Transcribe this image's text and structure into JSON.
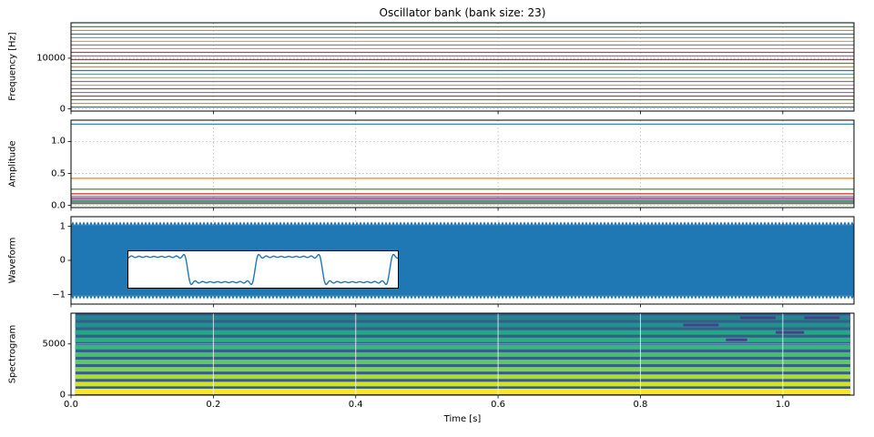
{
  "figure": {
    "title": "Oscillator bank (bank size: 23)",
    "xlabel": "Time [s]",
    "xlim": [
      0,
      1.1
    ],
    "xticks": {
      "values": [
        0,
        0.2,
        0.4,
        0.6,
        0.8,
        1.0
      ],
      "labels": [
        "0.0",
        "0.2",
        "0.4",
        "0.6",
        "0.8",
        "1.0"
      ]
    },
    "background": "#ffffff"
  },
  "colors": {
    "cycle": [
      "#1f77b4",
      "#ff7f0e",
      "#2ca02c",
      "#d62728",
      "#9467bd",
      "#8c564b",
      "#e377c2",
      "#7f7f7f",
      "#bcbd22",
      "#17becf"
    ],
    "grid": "#b8b8b8",
    "spine": "#000000",
    "waveform": "#1f77b4"
  },
  "chart_data": [
    {
      "type": "line",
      "name": "oscillator-frequency-tracks",
      "title": "Oscillator bank (bank size: 23)",
      "ylabel": "Frequency [Hz]",
      "ylim": [
        -432,
        16992
      ],
      "yticks": {
        "values": [
          0,
          10000
        ],
        "labels": [
          "0",
          "10000"
        ]
      },
      "bank_size": 23,
      "x_range": [
        0,
        1.1
      ],
      "frequencies_hz": [
        360,
        1080,
        1800,
        2520,
        3240,
        3960,
        4680,
        5400,
        6120,
        6840,
        7560,
        8280,
        9000,
        9720,
        10440,
        11160,
        11880,
        12600,
        13320,
        14040,
        14760,
        15480,
        16200
      ]
    },
    {
      "type": "line",
      "name": "oscillator-amplitude-tracks",
      "ylabel": "Amplitude",
      "ylim": [
        -0.034,
        1.335
      ],
      "yticks": {
        "values": [
          0,
          0.5,
          1
        ],
        "labels": [
          "0.0",
          "0.5",
          "1.0"
        ]
      },
      "x_range": [
        0,
        1.1
      ],
      "amplitudes": [
        1.2732,
        0.4244,
        0.2546,
        0.1819,
        0.1415,
        0.1157,
        0.0979,
        0.0849,
        0.0749,
        0.067,
        0.0606,
        0.0554,
        0.0509,
        0.0472,
        0.0439,
        0.0411,
        0.0386,
        0.0364,
        0.0344,
        0.0326,
        0.0311,
        0.0296,
        0.0283
      ]
    },
    {
      "type": "line",
      "name": "synthesized-waveform",
      "ylabel": "Waveform",
      "ylim": [
        -1.28,
        1.28
      ],
      "yticks": {
        "values": [
          -1,
          0,
          1
        ],
        "labels": [
          "−1",
          "0",
          "1"
        ]
      },
      "x_range": [
        0,
        1.1
      ],
      "envelope": 1.03,
      "ripple_peak": 1.14,
      "inset": {
        "description": "zoomed square wave with Gibbs ripple",
        "period": 0.5,
        "phase": 0.03,
        "harmonics_max": 17,
        "scale": 0.8,
        "ylim": [
          -1.15,
          1.15
        ]
      }
    },
    {
      "type": "heatmap",
      "name": "spectrogram",
      "ylabel": "Spectrogram",
      "ylim": [
        0,
        8000
      ],
      "yticks": {
        "values": [
          0,
          5000
        ],
        "labels": [
          "0",
          "5000"
        ]
      },
      "t_extent": [
        0.006,
        1.095
      ],
      "background": "#355e8d",
      "gridline_color": "#ffffff",
      "patch_color": "#414487",
      "harmonics": [
        {
          "f": 360,
          "color": "#fde725"
        },
        {
          "f": 1080,
          "color": "#d8e219"
        },
        {
          "f": 1800,
          "color": "#addc30"
        },
        {
          "f": 2520,
          "color": "#7fd34e"
        },
        {
          "f": 3240,
          "color": "#5ec962"
        },
        {
          "f": 3960,
          "color": "#44bf70"
        },
        {
          "f": 4680,
          "color": "#35b779"
        },
        {
          "f": 5400,
          "color": "#2ab07f"
        },
        {
          "f": 6120,
          "color": "#22a884"
        },
        {
          "f": 6840,
          "color": "#21918c"
        },
        {
          "f": 7560,
          "color": "#25858e"
        }
      ],
      "dark_patches": [
        {
          "t": 0.86,
          "f": 6840,
          "w": 0.05
        },
        {
          "t": 0.94,
          "f": 7560,
          "w": 0.05
        },
        {
          "t": 0.99,
          "f": 6120,
          "w": 0.04
        },
        {
          "t": 1.03,
          "f": 7560,
          "w": 0.05
        },
        {
          "t": 0.92,
          "f": 5400,
          "w": 0.03
        }
      ]
    }
  ]
}
